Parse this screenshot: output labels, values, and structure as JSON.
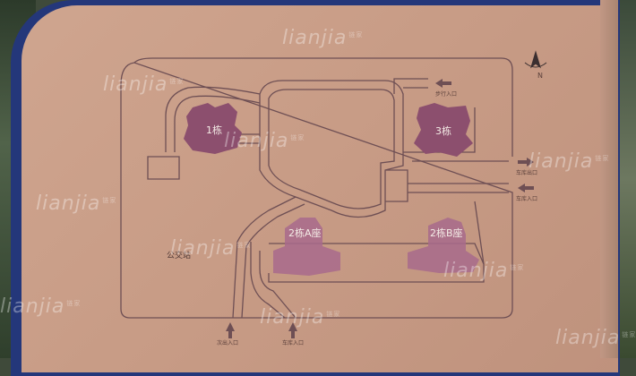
{
  "buildings": {
    "b1": "1栋",
    "b3": "3栋",
    "b2a": "2栋A座",
    "b2b": "2栋B座"
  },
  "places": {
    "bus_stop": "公交站"
  },
  "entrances": {
    "walk_top_right": "步行入口",
    "car_right_1": "车库出口",
    "car_right_2": "车库入口",
    "walk_bottom": "次出入口",
    "car_bottom": "车库入口"
  },
  "compass": {
    "north": "N"
  },
  "watermark": {
    "brand": "lianjia",
    "brand_cn": "链家"
  },
  "colors": {
    "plate": "#c89c86",
    "frame": "#24377a",
    "line": "#6e4f54",
    "building": "#8c4f6e"
  }
}
